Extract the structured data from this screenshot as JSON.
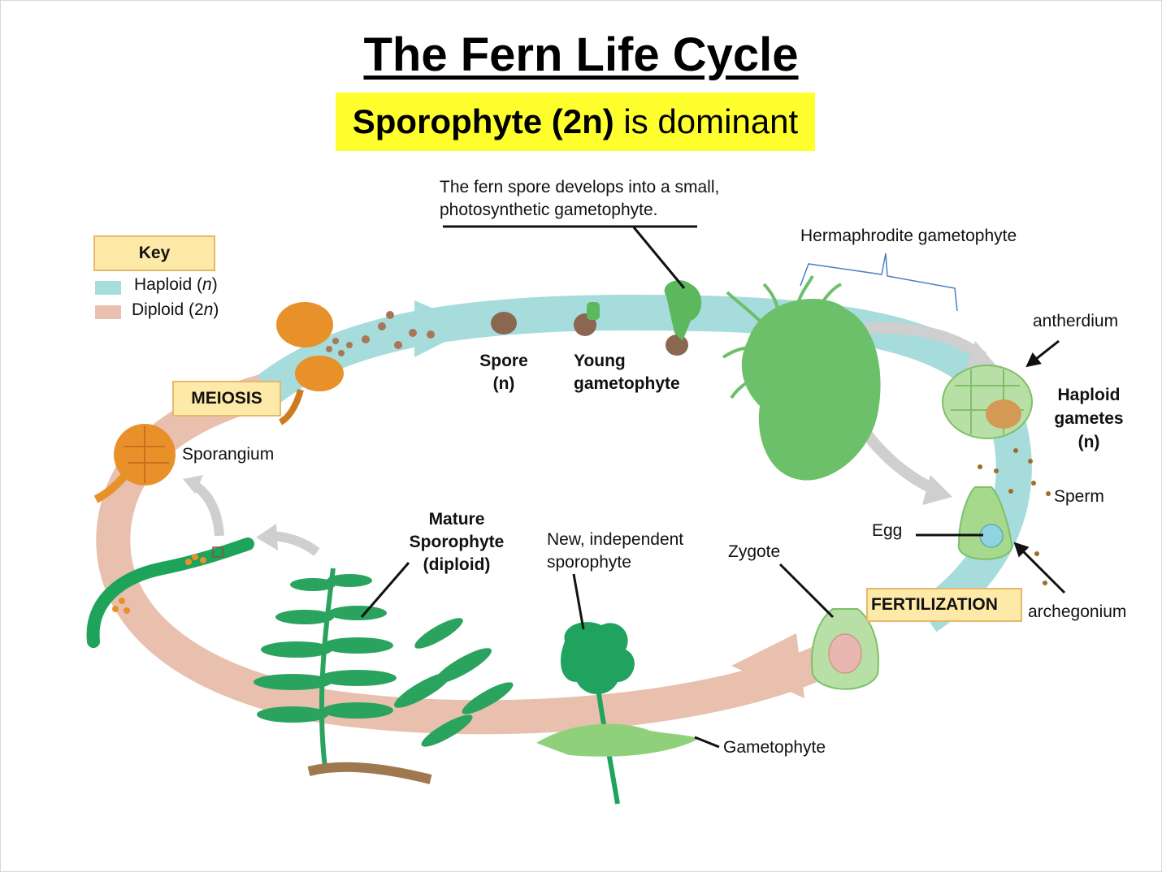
{
  "title": "The Fern Life Cycle",
  "subtitle": {
    "bold": "Sporophyte (2n)",
    "rest": " is dominant"
  },
  "key": {
    "heading": "Key",
    "haploid": {
      "label": "Haploid (",
      "n": "n",
      "close": ")",
      "color": "#a6dcdc"
    },
    "diploid": {
      "label": "Diploid (2",
      "n": "n",
      "close": ")",
      "color": "#e8c0ad"
    }
  },
  "stages": {
    "meiosis": "MEIOSIS",
    "fertilization": "FERTILIZATION"
  },
  "labels": {
    "spore_caption_line1": "The fern spore develops into a small,",
    "spore_caption_line2": "photosynthetic gametophyte.",
    "hermaphrodite": "Hermaphrodite gametophyte",
    "antherdium": "antherdium",
    "haploid_gametes_1": "Haploid",
    "haploid_gametes_2": "gametes",
    "haploid_gametes_3": "(n)",
    "sperm": "Sperm",
    "egg": "Egg",
    "archegonium": "archegonium",
    "zygote": "Zygote",
    "spore_1": "Spore",
    "spore_2": "(n)",
    "young_1": "Young",
    "young_2": "gametophyte",
    "sporangium": "Sporangium",
    "mature_1": "Mature",
    "mature_2": "Sporophyte",
    "mature_3": "(diploid)",
    "new_1": "New, independent",
    "new_2": "sporophyte",
    "gametophyte": "Gametophyte"
  },
  "colors": {
    "haploid": "#a6dcdc",
    "diploid": "#e8c0ad",
    "plant_green": "#2aa35f",
    "gametophyte_green": "#6cc06a",
    "sporangium_orange": "#e8902a",
    "highlight_yellow": "#ffff2e"
  }
}
